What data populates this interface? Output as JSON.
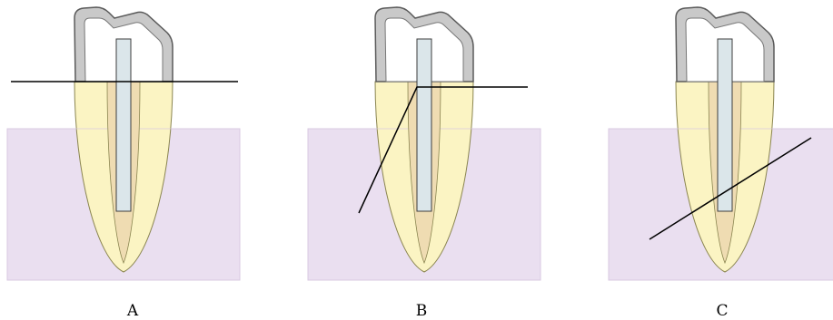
{
  "colors": {
    "background": "#ffffff",
    "bone": "#eadff0",
    "bone_outline": "#d8c8e2",
    "root": "#fbf4c3",
    "root_outline": "#8a8550",
    "canal": "#efdcb2",
    "post": "#dbe6ea",
    "post_outline": "#3d3d3d",
    "crown": "#c9c9c9",
    "crown_core": "#ffffff",
    "line": "#000000"
  },
  "panels": [
    {
      "id": "A",
      "label": "A"
    },
    {
      "id": "B",
      "label": "B"
    },
    {
      "id": "C",
      "label": "C"
    }
  ]
}
